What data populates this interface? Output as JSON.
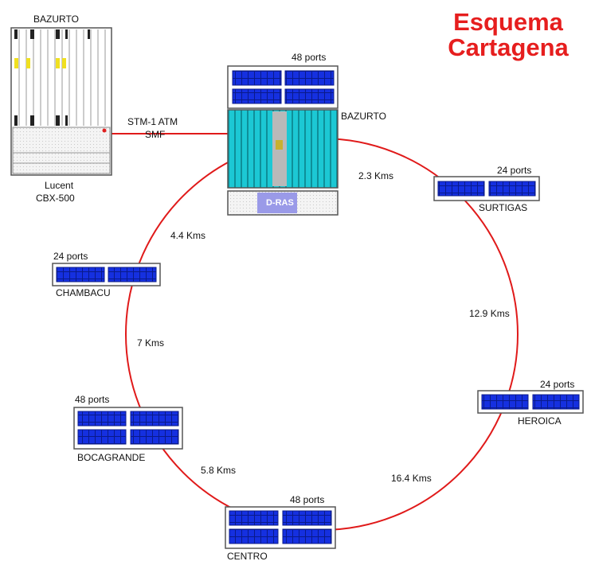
{
  "header": {
    "title_line1": "Esquema",
    "title_line2": "Cartagena",
    "title_color": "#e61e1e"
  },
  "colors": {
    "ring": "#e01a1a",
    "port": "#1530e0",
    "chassis": "#17c4d0",
    "dras": "#9a9ae8"
  },
  "lucent": {
    "top_label": "BAZURTO",
    "name_line1": "Lucent",
    "name_line2": "CBX-500"
  },
  "link": {
    "line1": "STM-1 ATM",
    "line2": "SMF"
  },
  "hub": {
    "ports_label": "48 ports",
    "name": "BAZURTO",
    "module_label": "D-RAS"
  },
  "nodes": [
    {
      "name": "SURTIGAS",
      "ports_label": "24 ports"
    },
    {
      "name": "CHAMBACU",
      "ports_label": "24 ports"
    },
    {
      "name": "HEROICA",
      "ports_label": "24 ports"
    },
    {
      "name": "BOCAGRANDE",
      "ports_label": "48 ports"
    },
    {
      "name": "CENTRO",
      "ports_label": "48 ports"
    }
  ],
  "distances": [
    "2.3 Kms",
    "4.4 Kms",
    "12.9 Kms",
    "7 Kms",
    "5.8 Kms",
    "16.4 Kms"
  ]
}
